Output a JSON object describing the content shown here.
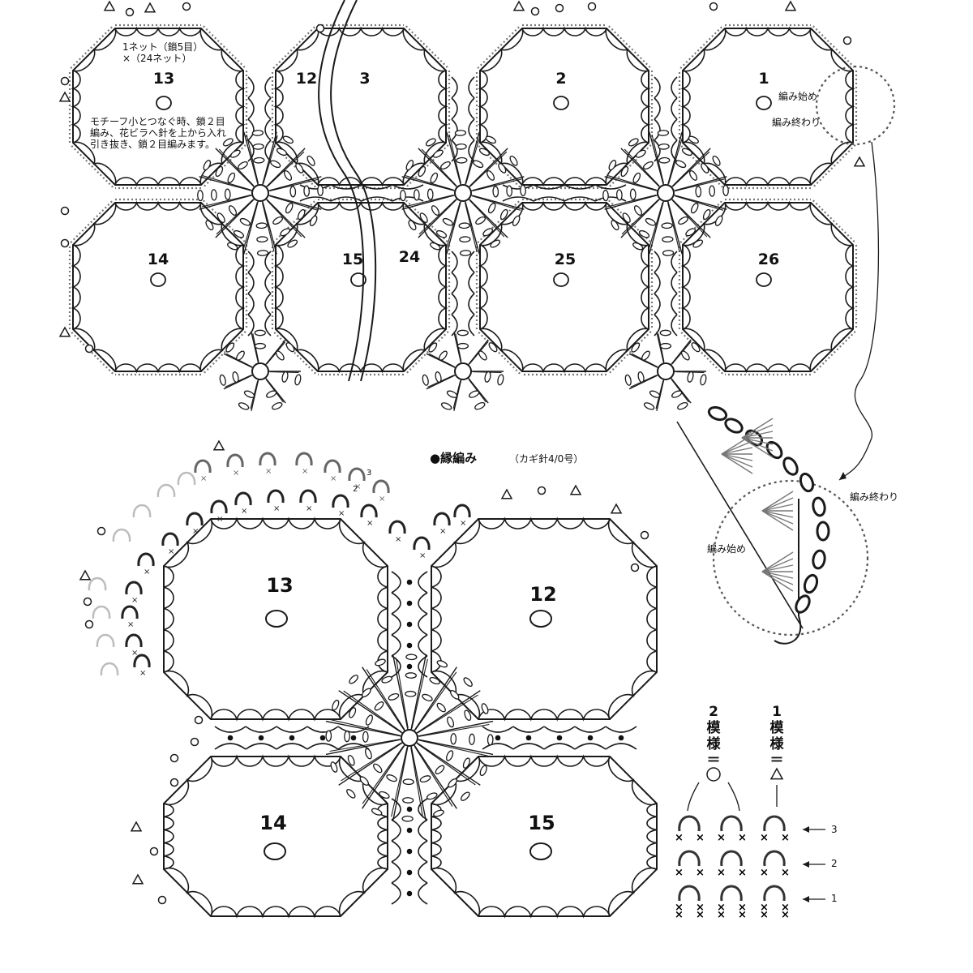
{
  "top_diagram": {
    "motif_numbers": [
      "13",
      "12",
      "3",
      "2",
      "1",
      "14",
      "15",
      "24",
      "25",
      "26"
    ],
    "net_note": "1ネット（鎖5目）\n×（24ネット）",
    "join_note": "モチーフ小とつなぐ時、鎖２目\n編み、花ビラへ針を上から入れ\n引き抜き、鎖２目編みます。",
    "start_label": "編み始め",
    "end_label": "編み終わり"
  },
  "edging": {
    "title": "縁編み",
    "hook": "（カギ針4/0号）",
    "motif_numbers": [
      "13",
      "12",
      "14",
      "15"
    ],
    "round_marks": [
      "3",
      "2"
    ]
  },
  "detail": {
    "end_label": "編み終わり",
    "start_label": "編み始め"
  },
  "legend": {
    "pattern2": "2\n模\n様\n＝",
    "pattern1": "1\n模\n様\n＝",
    "rows": [
      "3",
      "2",
      "1"
    ]
  }
}
